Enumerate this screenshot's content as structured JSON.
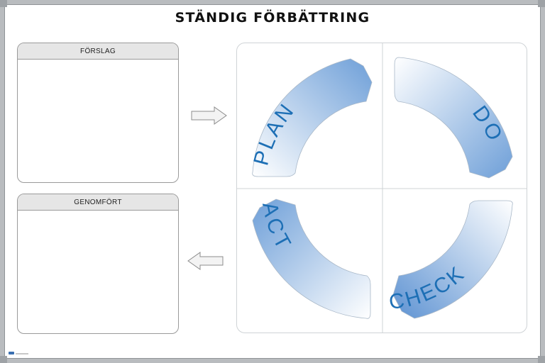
{
  "board": {
    "title": "STÄNDIG FÖRBÄTTRING"
  },
  "panels": {
    "suggestions": {
      "label": "FÖRSLAG"
    },
    "completed": {
      "label": "GENOMFÖRT"
    }
  },
  "pdca": {
    "plan": "PLAN",
    "do": "DO",
    "check": "CHECK",
    "act": "ACT"
  },
  "colors": {
    "segment_light": "#ffffff",
    "segment_dark": "#6e9fd8",
    "cycle_text": "#1d6fb5",
    "header_bg": "#e6e6e6"
  },
  "icons": {
    "right_arrow": "arrow-right-icon",
    "left_arrow": "arrow-left-icon"
  }
}
